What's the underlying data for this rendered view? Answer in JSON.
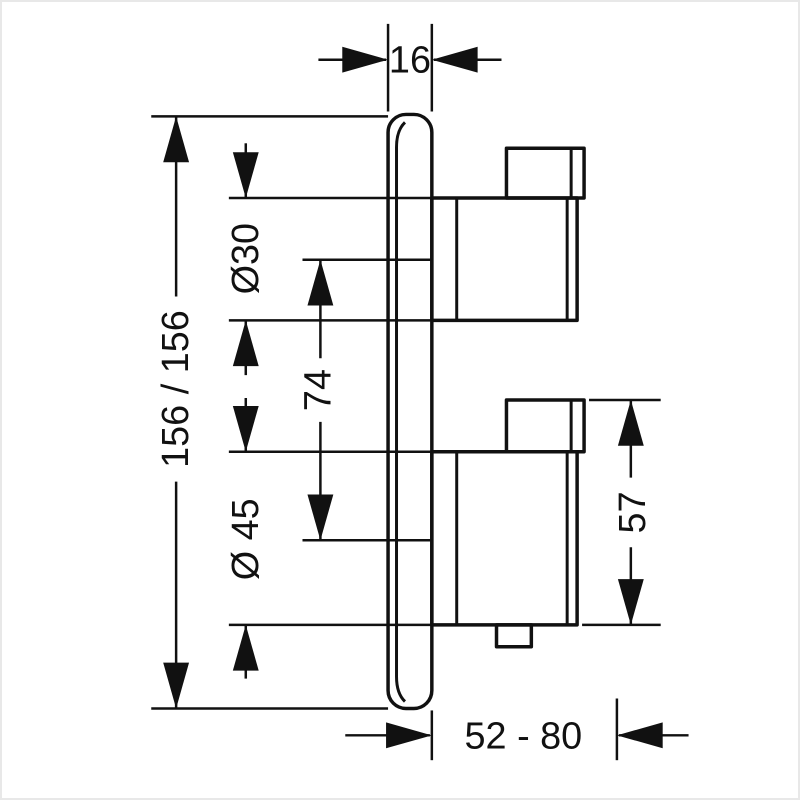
{
  "drawing": {
    "description": "Technical dimension drawing of a concealed thermostatic mixer trim (side view) with faceplate and two handles",
    "dimensions": {
      "plate_thickness": "16",
      "plate_height": "156 / 156",
      "top_handle_diameter": "Ø30",
      "handle_spacing": "74",
      "bottom_handle_diameter": "Ø 45",
      "bottom_handle_height": "57",
      "installation_depth_range": "52 - 80"
    },
    "colors": {
      "line": "#111111",
      "background": "#ffffff",
      "frame_border": "#e8e8e8"
    }
  }
}
